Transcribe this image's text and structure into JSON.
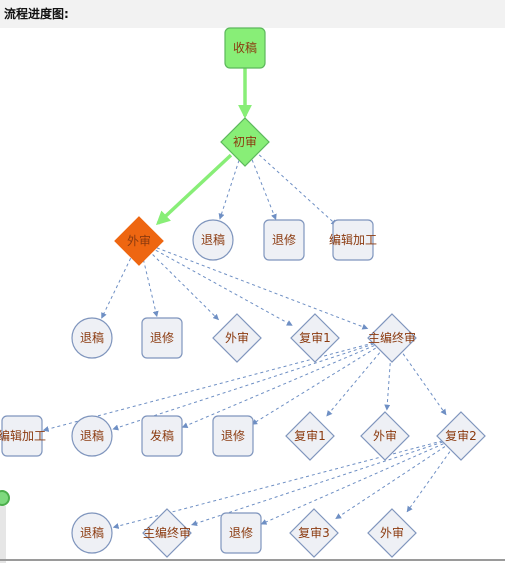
{
  "header": {
    "title": "流程进度图:"
  },
  "colors": {
    "active_fill": "#88ee77",
    "active_stroke": "#5cb85c",
    "current_fill": "#ee6611",
    "node_fill": "#eef0f5",
    "node_stroke": "#7f95bd",
    "edge_dashed": "#6e8fc4",
    "edge_active": "#88ee77",
    "text": "#8b3a0f"
  },
  "nodes": [
    {
      "id": "n1",
      "label": "收稿",
      "shape": "rect",
      "state": "done"
    },
    {
      "id": "n2",
      "label": "初审",
      "shape": "diamond",
      "state": "done"
    },
    {
      "id": "n3",
      "label": "外审",
      "shape": "diamond",
      "state": "current"
    },
    {
      "id": "n4",
      "label": "退稿",
      "shape": "circle"
    },
    {
      "id": "n5",
      "label": "退修",
      "shape": "rect"
    },
    {
      "id": "n6",
      "label": "编辑加工",
      "shape": "rect"
    },
    {
      "id": "n7",
      "label": "退稿",
      "shape": "circle"
    },
    {
      "id": "n8",
      "label": "退修",
      "shape": "rect"
    },
    {
      "id": "n9",
      "label": "外审",
      "shape": "diamond"
    },
    {
      "id": "n10",
      "label": "复审1",
      "shape": "diamond"
    },
    {
      "id": "n11",
      "label": "主编终审",
      "shape": "diamond"
    },
    {
      "id": "n12",
      "label": "编辑加工",
      "shape": "rect"
    },
    {
      "id": "n13",
      "label": "退稿",
      "shape": "circle"
    },
    {
      "id": "n14",
      "label": "发稿",
      "shape": "rect"
    },
    {
      "id": "n15",
      "label": "退修",
      "shape": "rect"
    },
    {
      "id": "n16",
      "label": "复审1",
      "shape": "diamond"
    },
    {
      "id": "n17",
      "label": "外审",
      "shape": "diamond"
    },
    {
      "id": "n18",
      "label": "复审2",
      "shape": "diamond"
    },
    {
      "id": "n19",
      "label": "退稿",
      "shape": "circle"
    },
    {
      "id": "n20",
      "label": "主编终审",
      "shape": "diamond"
    },
    {
      "id": "n21",
      "label": "退修",
      "shape": "rect"
    },
    {
      "id": "n22",
      "label": "复审3",
      "shape": "diamond"
    },
    {
      "id": "n23",
      "label": "外审",
      "shape": "diamond"
    }
  ],
  "edges": [
    {
      "from": "n1",
      "to": "n2",
      "style": "active"
    },
    {
      "from": "n2",
      "to": "n3",
      "style": "active"
    },
    {
      "from": "n2",
      "to": "n4",
      "style": "dashed"
    },
    {
      "from": "n2",
      "to": "n5",
      "style": "dashed"
    },
    {
      "from": "n2",
      "to": "n6",
      "style": "dashed"
    },
    {
      "from": "n3",
      "to": "n7",
      "style": "dashed"
    },
    {
      "from": "n3",
      "to": "n8",
      "style": "dashed"
    },
    {
      "from": "n3",
      "to": "n9",
      "style": "dashed"
    },
    {
      "from": "n3",
      "to": "n10",
      "style": "dashed"
    },
    {
      "from": "n3",
      "to": "n11",
      "style": "dashed"
    },
    {
      "from": "n11",
      "to": "n12",
      "style": "dashed"
    },
    {
      "from": "n11",
      "to": "n13",
      "style": "dashed"
    },
    {
      "from": "n11",
      "to": "n14",
      "style": "dashed"
    },
    {
      "from": "n11",
      "to": "n15",
      "style": "dashed"
    },
    {
      "from": "n11",
      "to": "n16",
      "style": "dashed"
    },
    {
      "from": "n11",
      "to": "n17",
      "style": "dashed"
    },
    {
      "from": "n11",
      "to": "n18",
      "style": "dashed"
    },
    {
      "from": "n18",
      "to": "n19",
      "style": "dashed"
    },
    {
      "from": "n18",
      "to": "n20",
      "style": "dashed"
    },
    {
      "from": "n18",
      "to": "n21",
      "style": "dashed"
    },
    {
      "from": "n18",
      "to": "n22",
      "style": "dashed"
    },
    {
      "from": "n18",
      "to": "n23",
      "style": "dashed"
    }
  ]
}
